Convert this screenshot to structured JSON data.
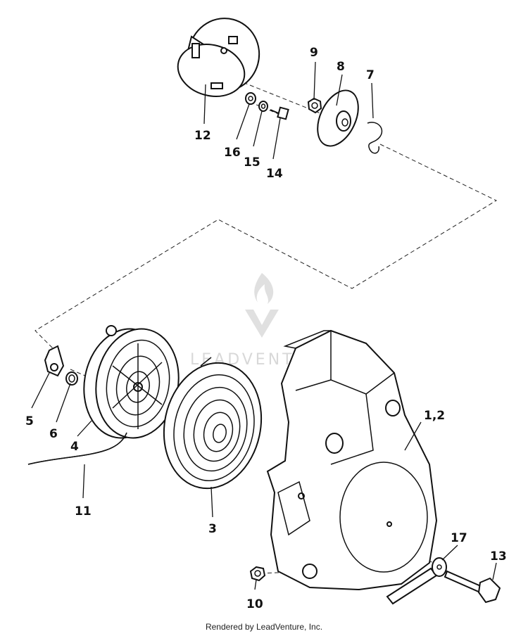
{
  "callouts": {
    "c1_2": "1,2",
    "c3": "3",
    "c4": "4",
    "c5": "5",
    "c6": "6",
    "c7": "7",
    "c8": "8",
    "c9": "9",
    "c10": "10",
    "c11": "11",
    "c12": "12",
    "c13": "13",
    "c14": "14",
    "c15": "15",
    "c16": "16",
    "c17": "17"
  },
  "watermark": {
    "text": "LEADVENTURE",
    "icon": "leadventure-flame-logo"
  },
  "footer": {
    "credit": "Rendered by LeadVenture, Inc."
  },
  "colors": {
    "ink": "#111111",
    "watermark": "#d8d8d8",
    "background": "#ffffff"
  }
}
